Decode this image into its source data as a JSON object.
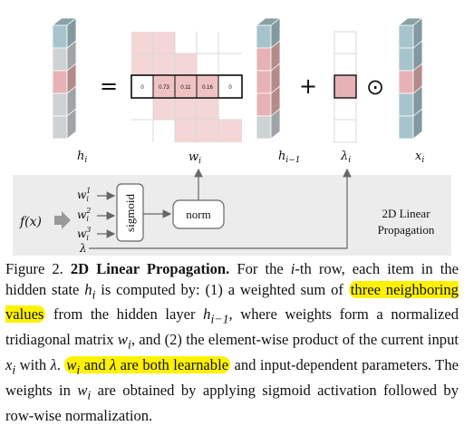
{
  "figure": {
    "labels": {
      "h_i": "h",
      "h_i_sub": "i",
      "w_i": "w",
      "w_i_sub": "i",
      "h_im1": "h",
      "h_im1_sub": "i−1",
      "lambda_i": "λ",
      "lambda_i_sub": "i",
      "x_i": "x",
      "x_i_sub": "i"
    },
    "operators": {
      "equals": "=",
      "plus": "+",
      "odot": "⊙"
    },
    "weight_row": [
      "0",
      "0.73",
      "0.11",
      "0.16",
      "0"
    ],
    "pipeline": {
      "input": "f(x)",
      "w1": "w",
      "w1_sup": "1",
      "w1_sub": "i",
      "w2": "w",
      "w2_sup": "2",
      "w2_sub": "i",
      "w3": "w",
      "w3_sup": "3",
      "w3_sub": "i",
      "lambda": "λ",
      "sigmoid": "sigmoid",
      "norm": "norm",
      "title_line1": "2D Linear",
      "title_line2": "Propagation"
    },
    "colors": {
      "teal_front": "#a7c4cc",
      "teal_top": "#7aa2ad",
      "pink_front": "#e6b2b5",
      "gray_front": "#cdd2d5",
      "matrix_pink": "#f4d6d7",
      "panel_bg": "#ececec",
      "highlight": "#fff200"
    }
  },
  "caption": {
    "fig_label": "Figure 2.",
    "fig_title": "2D Linear Propagation.",
    "t1": "For the ",
    "v_i": "i",
    "t2": "-th row, each item in the hidden state ",
    "v_hi": "h",
    "v_hi_sub": "i",
    "t3": " is computed by: (1) a weighted sum of ",
    "hl1": "three neighboring values",
    "t4": " from the hidden layer ",
    "v_him1": "h",
    "v_him1_sub": "i−1",
    "t5": ", where weights form a normalized tridiagonal matrix ",
    "v_wi": "w",
    "v_wi_sub": "i",
    "t6": ", and (2) the element-wise product of the current input ",
    "v_xi": "x",
    "v_xi_sub": "i",
    "t7": " with ",
    "v_lambda": "λ",
    "t8": ".",
    "hl2_a": "w",
    "hl2_a_sub": "i",
    "hl2_b": " and ",
    "hl2_c": "λ",
    "hl2_d": " are both learnable",
    "t9": " and input-dependent parameters. The weights in ",
    "v_wi2": "w",
    "v_wi2_sub": "i",
    "t10": " are obtained by applying sigmoid activation followed by row-wise normalization."
  }
}
